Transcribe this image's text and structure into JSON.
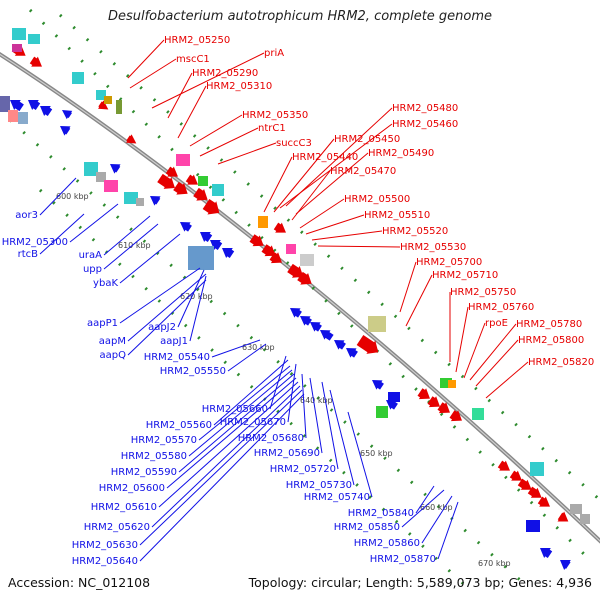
{
  "title": "Desulfobacterium autotrophicum HRM2, complete genome",
  "footer": {
    "accession": "Accession: NC_012108",
    "summary": "Topology: circular; Length: 5,589,073 bp; Genes: 4,936"
  },
  "colors": {
    "forward": "#e60000",
    "reverse": "#1010e6",
    "backbone": "#888888",
    "cog_green": "#2e8b2e"
  },
  "kbp_ticks": [
    "600 kbp",
    "610 kbp",
    "620 kbp",
    "630 kbp",
    "640 kbp",
    "650 kbp",
    "660 kbp",
    "670 kbp"
  ],
  "red_labels": [
    "HRM2_05250",
    "mscC1",
    "priA",
    "HRM2_05290",
    "HRM2_05310",
    "HRM2_05350",
    "ntrC1",
    "succC3",
    "HRM2_05480",
    "HRM2_05460",
    "HRM2_05450",
    "HRM2_05440",
    "HRM2_05490",
    "HRM2_05470",
    "HRM2_05500",
    "HRM2_05510",
    "HRM2_05520",
    "HRM2_05530",
    "HRM2_05700",
    "HRM2_05710",
    "HRM2_05750",
    "HRM2_05760",
    "rpoE",
    "HRM2_05780",
    "HRM2_05800",
    "HRM2_05820"
  ],
  "blue_labels": [
    "aor3",
    "HRM2_05300",
    "rtcB",
    "uraA",
    "upp",
    "ybaK",
    "aapP1",
    "aapJ2",
    "aapM",
    "aapJ1",
    "aapQ",
    "HRM2_05540",
    "HRM2_05550",
    "HRM2_05660",
    "HRM2_05560",
    "HRM2_05670",
    "HRM2_05570",
    "HRM2_05680",
    "HRM2_05580",
    "HRM2_05690",
    "HRM2_05590",
    "HRM2_05720",
    "HRM2_05600",
    "HRM2_05730",
    "HRM2_05740",
    "HRM2_05610",
    "HRM2_05840",
    "HRM2_05620",
    "HRM2_05850",
    "HRM2_05630",
    "HRM2_05860",
    "HRM2_05640",
    "HRM2_05870"
  ]
}
